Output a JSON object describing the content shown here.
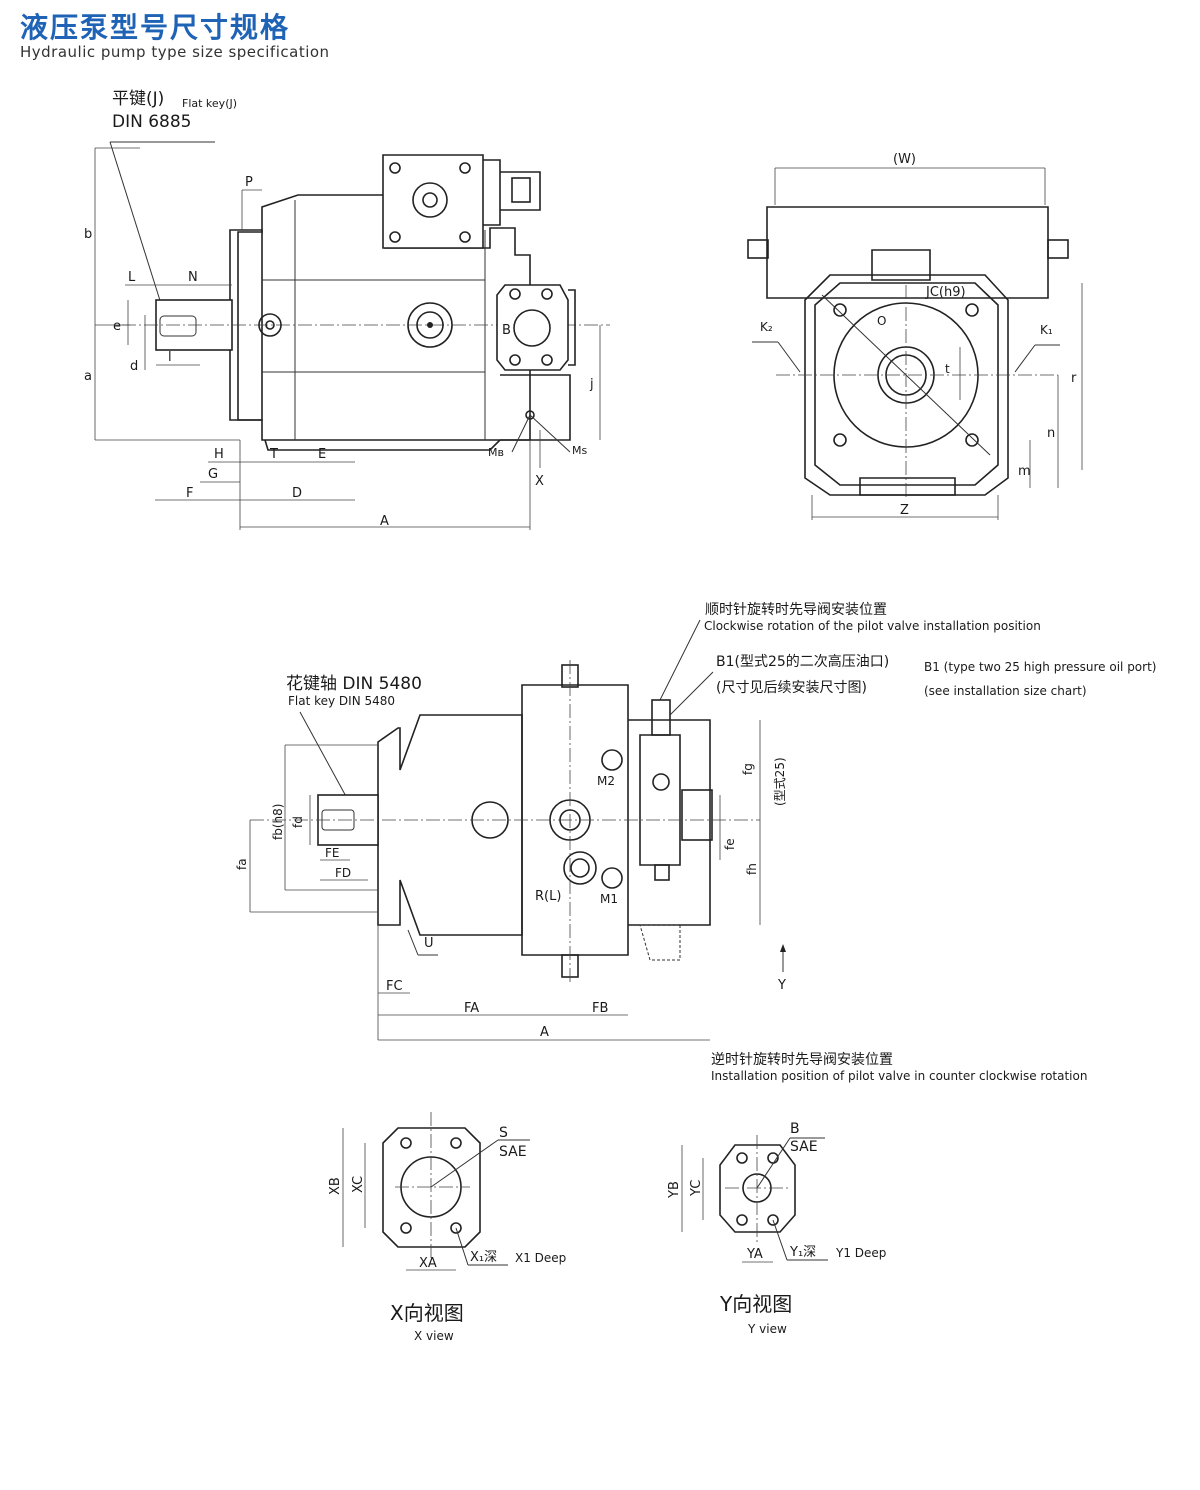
{
  "header": {
    "title": "液压泵型号尺寸规格",
    "subtitle": "Hydraulic pump type size specification"
  },
  "top_left_view": {
    "key_label_cn": "平键(J)",
    "key_label_en": "Flat key(J)",
    "key_std": "DIN 6885",
    "dims": {
      "b": "b",
      "a": "a",
      "L": "L",
      "N": "N",
      "e": "e",
      "d": "d",
      "l": "l",
      "P": "P",
      "H": "H",
      "G": "G",
      "F": "F",
      "T": "T",
      "E": "E",
      "D": "D",
      "A": "A",
      "B": "B",
      "j": "j",
      "X": "X",
      "MB": "Mʙ",
      "MS": "Ms"
    }
  },
  "top_right_view": {
    "dims": {
      "W": "(W)",
      "JC": "JC(h9)",
      "K2": "K₂",
      "K1": "K₁",
      "O": "O",
      "t": "t",
      "r": "r",
      "n": "n",
      "m": "m",
      "Z": "Z"
    }
  },
  "middle_view": {
    "spline_cn": "花键轴 DIN 5480",
    "spline_en": "Flat key DIN 5480",
    "pilot_cw_cn": "顺时针旋转时先导阀安装位置",
    "pilot_cw_en": "Clockwise rotation of the pilot valve installation position",
    "b1_cn_1": "B1(型式25的二次高压油口)",
    "b1_cn_2": "(尺寸见后续安装尺寸图)",
    "b1_en_1": "B1 (type two 25 high pressure oil port)",
    "b1_en_2": "(see installation size chart)",
    "pilot_ccw_cn": "逆时针旋转时先导阀安装位置",
    "pilot_ccw_en": "Installation position of pilot valve in counter clockwise rotation",
    "dims": {
      "fb": "fb(h8)",
      "fd": "fd",
      "fa": "fa",
      "FE": "FE",
      "FD": "FD",
      "U": "U",
      "FC": "FC",
      "FA": "FA",
      "FB": "FB",
      "A": "A",
      "M2": "M2",
      "M1": "M1",
      "R": "R(L)",
      "fg": "fg",
      "type25": "(型式25)",
      "fe": "fe",
      "fh": "fh",
      "Y": "Y"
    }
  },
  "x_view": {
    "title_cn": "X向视图",
    "title_en": "X view",
    "dims": {
      "S": "S",
      "SAE": "SAE",
      "XB": "XB",
      "XC": "XC",
      "XA": "XA",
      "X1": "X₁深",
      "X1_en": "X1 Deep"
    }
  },
  "y_view": {
    "title_cn": "Y向视图",
    "title_en": "Y view",
    "dims": {
      "B": "B",
      "SAE": "SAE",
      "YB": "YB",
      "YC": "YC",
      "YA": "YA",
      "Y1": "Y₁深",
      "Y1_en": "Y1 Deep"
    }
  }
}
